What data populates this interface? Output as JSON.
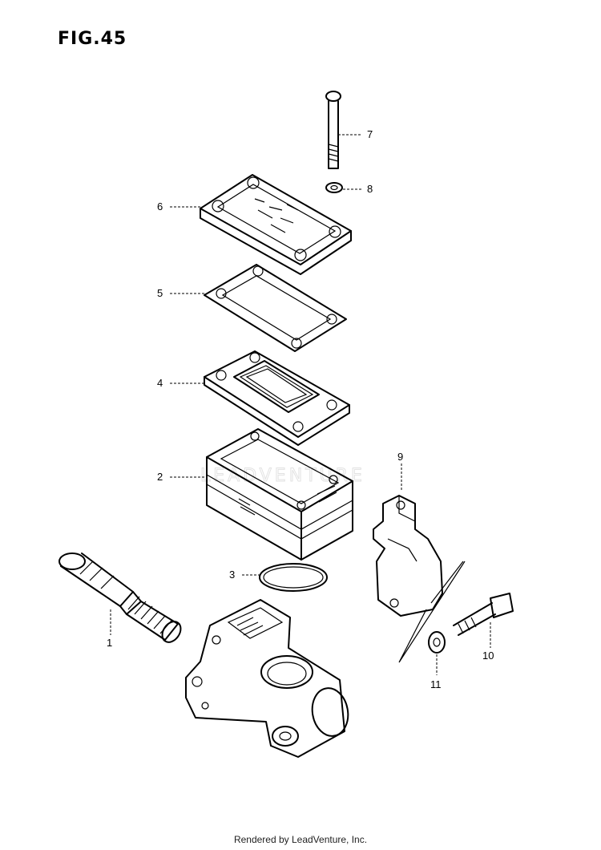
{
  "figure": {
    "title": "FIG.45"
  },
  "watermark": "LEADVENTURE",
  "callouts": [
    {
      "id": "callout-1",
      "text": "1"
    },
    {
      "id": "callout-2",
      "text": "2"
    },
    {
      "id": "callout-3",
      "text": "3"
    },
    {
      "id": "callout-4",
      "text": "4"
    },
    {
      "id": "callout-5",
      "text": "5"
    },
    {
      "id": "callout-6",
      "text": "6"
    },
    {
      "id": "callout-7",
      "text": "7"
    },
    {
      "id": "callout-8",
      "text": "8"
    },
    {
      "id": "callout-9",
      "text": "9"
    },
    {
      "id": "callout-10",
      "text": "10"
    },
    {
      "id": "callout-11",
      "text": "11"
    }
  ],
  "footer": {
    "text": "Rendered by LeadVenture, Inc."
  }
}
